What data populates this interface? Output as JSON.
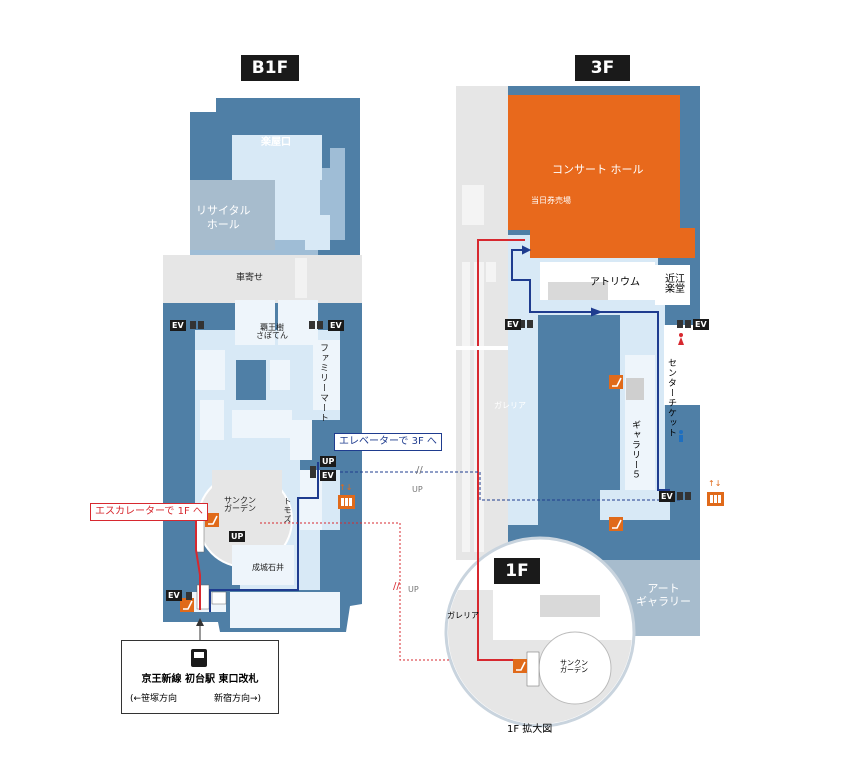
{
  "floors": {
    "b1f": "B1F",
    "f3": "3F",
    "f1": "1F"
  },
  "b1f": {
    "gakuya": "楽屋口",
    "recital_hall": [
      "リサイタル",
      "ホール"
    ],
    "drop_off": "車寄せ",
    "restaurant": [
      "覇王樹",
      "さぼてん"
    ],
    "family_mart": "ファミリーマート",
    "sunken_garden": [
      "サンクン",
      "ガーデン"
    ],
    "tomoz": "トモズ",
    "seijo_ishii": "成城石井",
    "ev": "EV",
    "up": "UP"
  },
  "callouts": {
    "escalator": "エスカレーターで 1F へ",
    "elevator": "エレベーターで 3F へ"
  },
  "station": {
    "name": "京王新線 初台駅 東口改札",
    "left_dir": "(←笹塚方向",
    "right_dir": "新宿方向→)"
  },
  "f3": {
    "concert_hall": "コンサート ホール",
    "ticket_booth": "当日券売場",
    "atrium": "アトリウム",
    "omi": [
      "近江",
      "楽堂"
    ],
    "ticket_center": [
      "チケット",
      "センター"
    ],
    "galleria": "ガレリア",
    "gallery5": "ギャラリー５",
    "art_gallery": [
      "アート",
      "ギャラリー"
    ],
    "ev": "EV"
  },
  "f1": {
    "galleria": "ガレリア",
    "sunken_garden": [
      "サンクン",
      "ガーデン"
    ],
    "caption": "1F 拡大図"
  },
  "connectors": {
    "up": "UP",
    "break": "//"
  },
  "colors": {
    "building": "#4f7fa6",
    "corridor": "#d8e9f6",
    "hall": "#e8691c",
    "plaza": "#e6e6e6",
    "red_route": "#d7282f",
    "blue_route": "#1f3c8f",
    "escalator_icon": "#e06a1a"
  }
}
